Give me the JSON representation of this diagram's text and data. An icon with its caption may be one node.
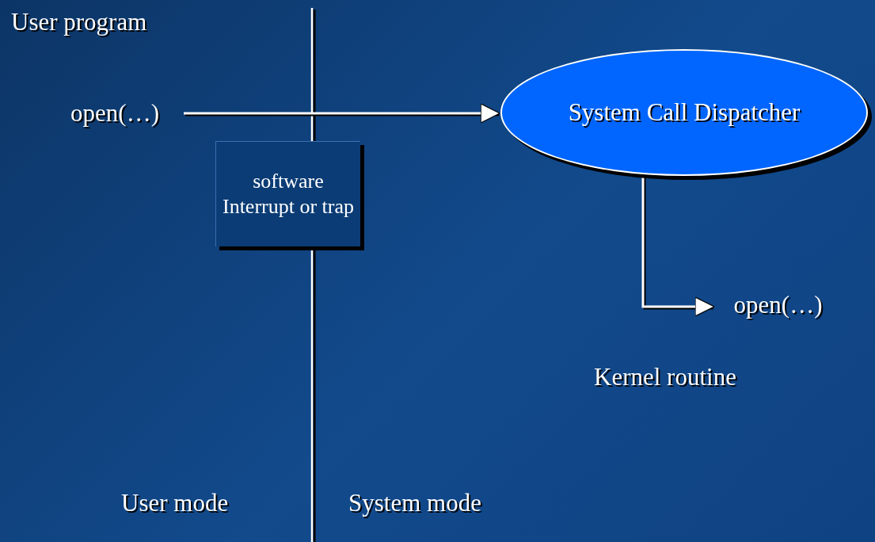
{
  "diagram": {
    "nodes": [
      {
        "text": [
          "open(…)"
        ]
      },
      {
        "text": [
          "System Call Dispatcher"
        ]
      },
      {
        "text": [
          "open(…)"
        ]
      },
      {
        "text": [
          "software Interrupt or trap"
        ]
      }
    ],
    "edges": [
      {
        "from": 0,
        "to": 1,
        "arrow": "to"
      },
      {
        "from": 1,
        "to": 2,
        "arrow": "to"
      }
    ],
    "labels": [
      "User program",
      "Kernel routine",
      "User mode",
      "System mode"
    ]
  }
}
